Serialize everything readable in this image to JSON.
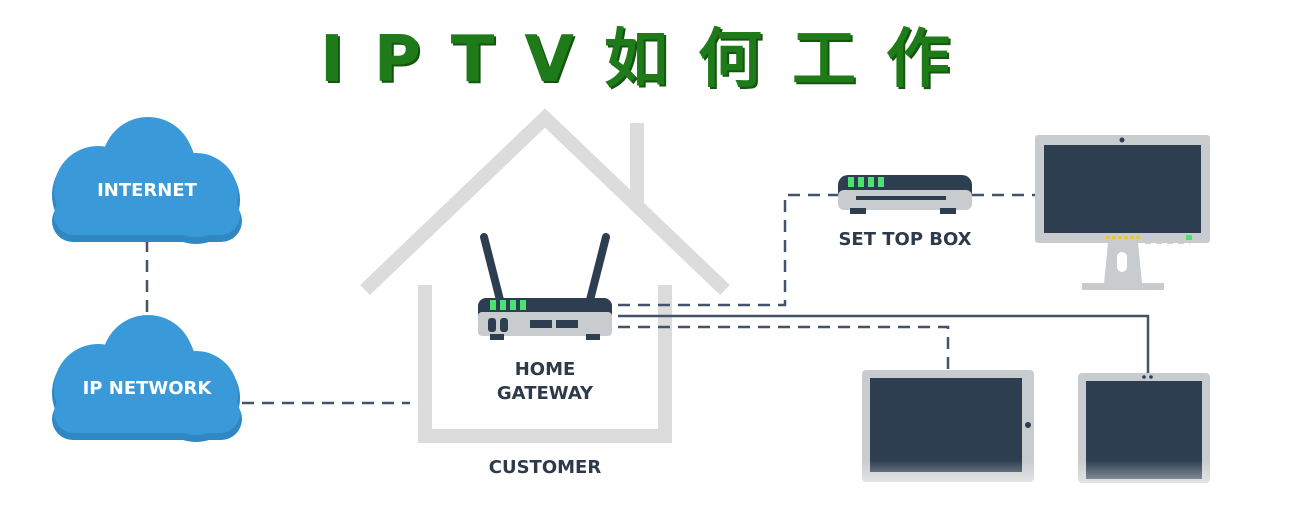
{
  "title": "IPTV如何工作",
  "labels": {
    "internet": "INTERNET",
    "ip_network": "IP NETWORK",
    "home_gateway_line1": "HOME",
    "home_gateway_line2": "GATEWAY",
    "set_top_box": "SET TOP BOX",
    "customer": "CUSTOMER"
  },
  "colors": {
    "title_green": "#1f7a1a",
    "cloud_blue": "#3a9ad9",
    "device_dark": "#2d3e50",
    "device_frame": "#c9ccce",
    "led_green": "#4ee070",
    "house_outline": "#dcdcdc",
    "line": "#41546a"
  }
}
